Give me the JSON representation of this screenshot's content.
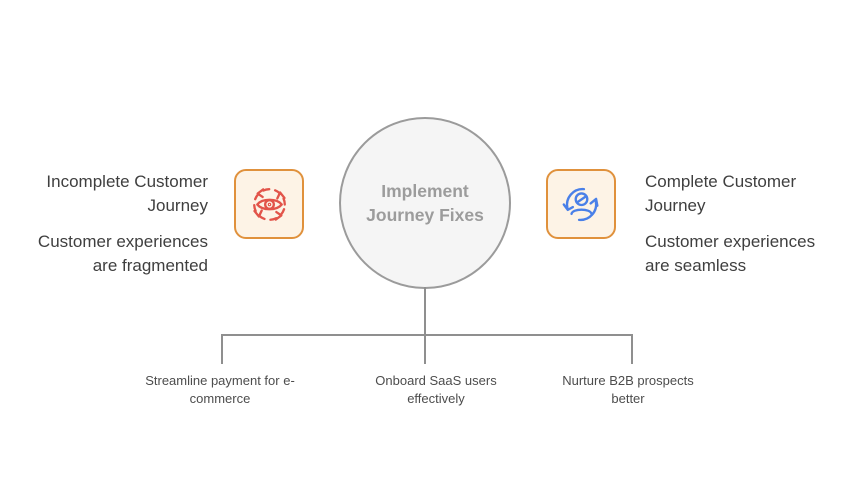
{
  "diagram": {
    "center_node": {
      "label": "Implement Journey Fixes"
    },
    "left_panel": {
      "heading": "Incomplete Customer Journey",
      "description": "Customer experiences are fragmented",
      "icon": "eye-cycle-icon"
    },
    "right_panel": {
      "heading": "Complete Customer Journey",
      "description": "Customer experiences are seamless",
      "icon": "user-sync-icon"
    },
    "branches": [
      {
        "label": "Streamline payment for e-commerce"
      },
      {
        "label": "Onboard SaaS users effectively"
      },
      {
        "label": "Nurture B2B prospects better"
      }
    ],
    "colors": {
      "accent_orange": "#e0913c",
      "icon_box_fill": "#fdf3e6",
      "icon_red": "#e2544a",
      "icon_blue": "#4a80e8",
      "connector_gray": "#8f8f8f",
      "circle_fill": "#f5f5f5",
      "circle_border": "#9b9b9b",
      "center_text_gray": "#9c9c9c",
      "side_text_dark": "#3f3f3f",
      "branch_label_gray": "#4d4d4d"
    }
  }
}
